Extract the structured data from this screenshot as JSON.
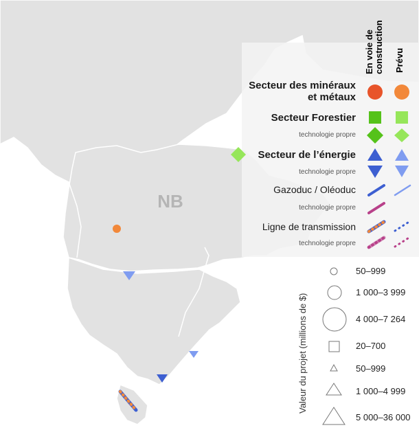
{
  "map": {
    "province_label": "NB",
    "colors": {
      "land": "#e2e2e2",
      "border": "#ffffff",
      "legend_bg": "#f3f3f3",
      "minerals_construction": "#e8542a",
      "minerals_planned": "#f2883a",
      "forestry_construction": "#55c21a",
      "forestry_planned": "#96e65a",
      "energy_construction": "#3d5fd1",
      "energy_planned": "#7f9cf0",
      "clean_tech": "#b8418a"
    },
    "features": [
      {
        "name": "minerals-project-planned",
        "sector": "minerals",
        "status": "planned",
        "shape": "circle"
      },
      {
        "name": "forestry-cleantech-project-planned",
        "sector": "forestry-cleantech",
        "status": "planned",
        "shape": "diamond"
      },
      {
        "name": "energy-project-planned-1",
        "sector": "energy",
        "status": "planned",
        "shape": "triangle-down"
      },
      {
        "name": "energy-project-planned-2",
        "sector": "energy",
        "status": "planned",
        "shape": "triangle-down"
      },
      {
        "name": "energy-project-construction",
        "sector": "energy",
        "status": "construction",
        "shape": "triangle-down"
      },
      {
        "name": "transmission-line-project",
        "sector": "transmission",
        "status": "construction",
        "shape": "dotted-line"
      }
    ]
  },
  "legend": {
    "columns": [
      "En voie de construction",
      "Prévu"
    ],
    "rows": [
      {
        "label": "Secteur des minéraux et métaux",
        "label_line1": "Secteur des minéraux",
        "label_line2": "et métaux",
        "style": "bold"
      },
      {
        "label": "Secteur Forestier",
        "style": "bold"
      },
      {
        "label": "technologie propre",
        "style": "sub"
      },
      {
        "label": "Secteur de l’énergie",
        "style": "bold"
      },
      {
        "label": "technologie propre",
        "style": "sub"
      },
      {
        "label": "Gazoduc / Oléoduc",
        "style": "plain"
      },
      {
        "label": "technologie propre",
        "style": "sub"
      },
      {
        "label": "Ligne de transmission",
        "style": "plain"
      },
      {
        "label": "technologie propre",
        "style": "sub"
      }
    ]
  },
  "size_legend": {
    "title": "Valeur du projet (millions de $)",
    "circles": [
      "50–999",
      "1 000–3 999",
      "4 000–7 264"
    ],
    "squares": [
      "20–700"
    ],
    "triangles": [
      "50–999",
      "1 000–4 999",
      "5 000–36 000"
    ]
  }
}
